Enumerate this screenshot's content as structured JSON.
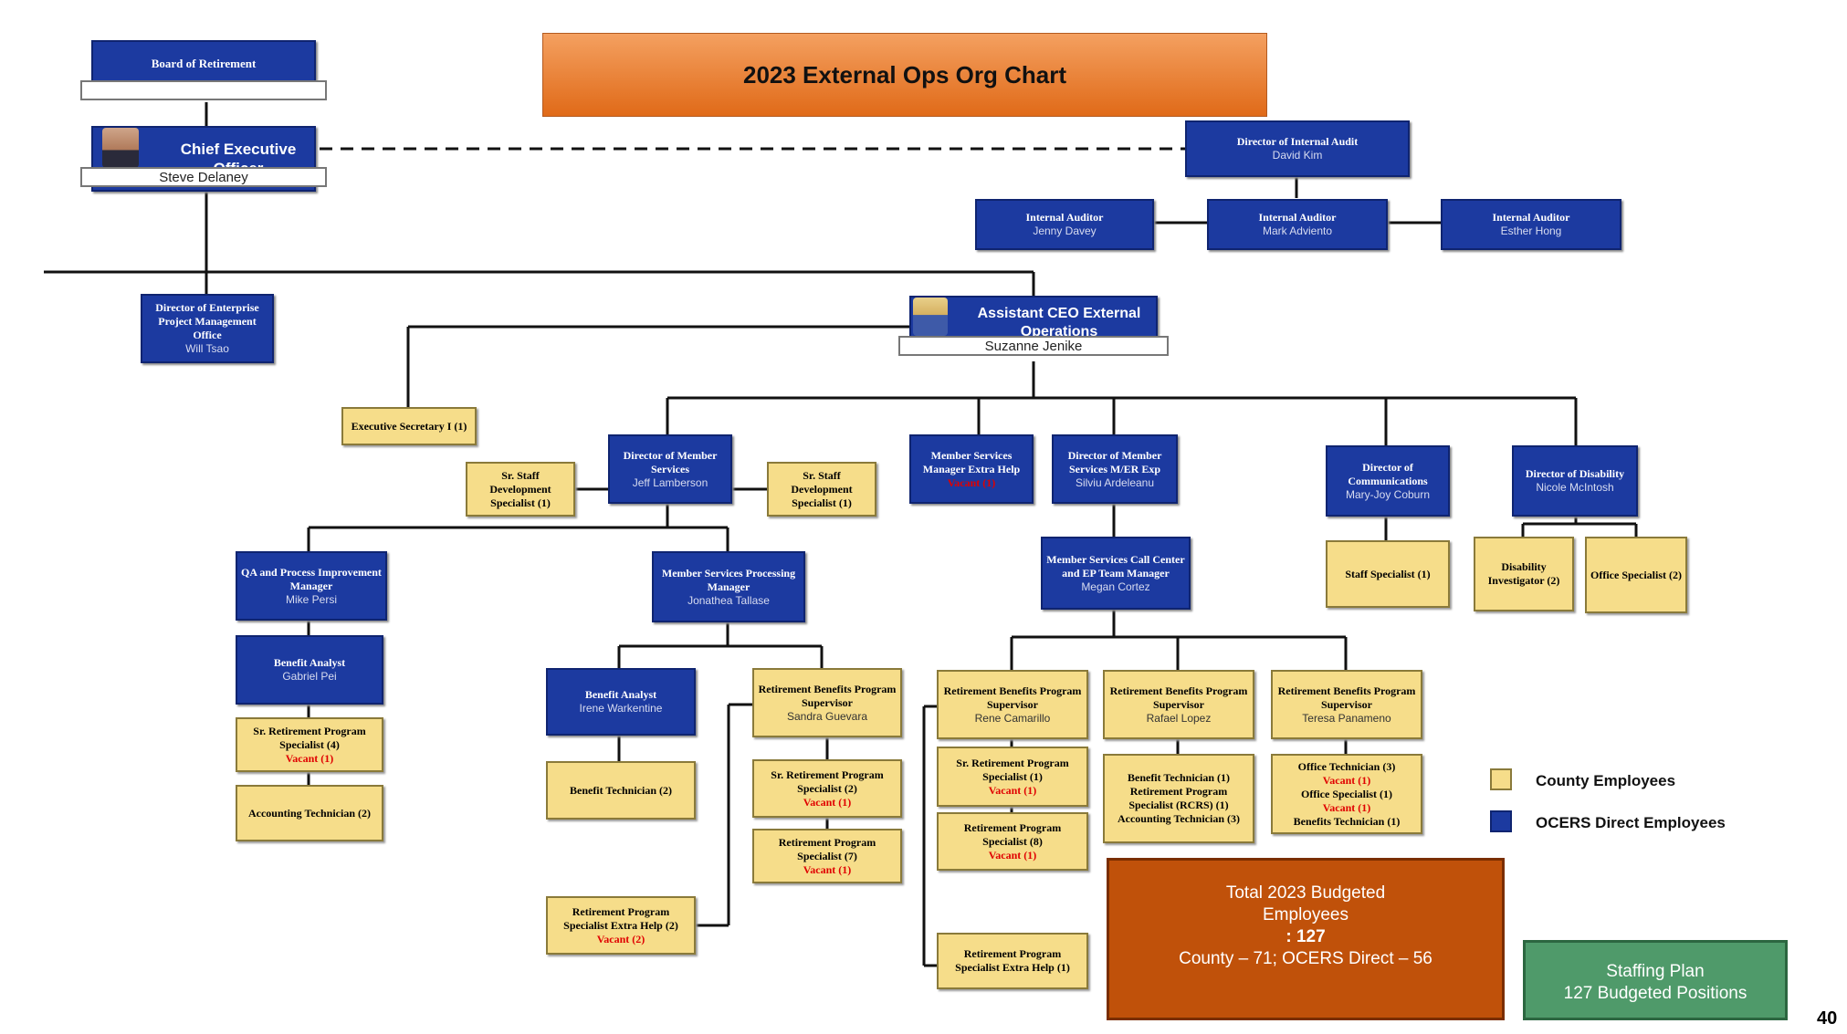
{
  "title": "2023 External Ops Org Chart",
  "board": {
    "title": "Board of Retirement"
  },
  "ceo": {
    "title": "Chief Executive Officer",
    "name": "Steve Delaney"
  },
  "internal_audit": {
    "title": "Director of Internal Audit",
    "name": "David Kim"
  },
  "auditor1": {
    "title": "Internal Auditor",
    "name": "Jenny Davey"
  },
  "auditor2": {
    "title": "Internal Auditor",
    "name": "Mark Adviento"
  },
  "auditor3": {
    "title": "Internal Auditor",
    "name": "Esther Hong"
  },
  "epmo": {
    "title": "Director of Enterprise Project Management Office",
    "name": "Will Tsao"
  },
  "asst_ceo": {
    "title": "Assistant CEO External Operations",
    "name": "Suzanne Jenike"
  },
  "exec_sec": {
    "title": "Executive Secretary I (1)"
  },
  "dir_member": {
    "title": "Director of Member Services",
    "name": "Jeff Lamberson"
  },
  "sr_staff_left": {
    "title": "Sr. Staff Development Specialist (1)"
  },
  "sr_staff_right": {
    "title": "Sr. Staff Development Specialist (1)"
  },
  "msm_extra": {
    "title": "Member Services Manager Extra Help",
    "vacant": "Vacant (1)"
  },
  "dir_member_er": {
    "title": "Director of Member Services M/ER Exp",
    "name": "Silviu Ardeleanu"
  },
  "dir_comm": {
    "title": "Director of Communications",
    "name": "Mary-Joy Coburn"
  },
  "staff_spec": {
    "title": "Staff Specialist (1)"
  },
  "dir_disab": {
    "title": "Director of Disability",
    "name": "Nicole McIntosh"
  },
  "disab_inv": {
    "title": "Disability Investigator (2)"
  },
  "office_spec": {
    "title": "Office Specialist (2)"
  },
  "qa_mgr": {
    "title": "QA and Process Improvement Manager",
    "name": "Mike Persi"
  },
  "ben_analyst1": {
    "title": "Benefit Analyst",
    "name": "Gabriel Pei"
  },
  "sr_ret_prog4": {
    "title": "Sr. Retirement Program Specialist (4)",
    "vacant": "Vacant (1)"
  },
  "acct_tech2": {
    "title": "Accounting Technician (2)"
  },
  "msp_mgr": {
    "title": "Member Services Processing Manager",
    "name": "Jonathea Tallase"
  },
  "ben_analyst2": {
    "title": "Benefit Analyst",
    "name": "Irene Warkentine"
  },
  "ben_tech2": {
    "title": "Benefit Technician (2)"
  },
  "rps_extra2": {
    "title": "Retirement Program Specialist Extra Help (2)",
    "vacant": "Vacant (2)"
  },
  "rbps_sandra": {
    "title": "Retirement Benefits Program Supervisor",
    "name": "Sandra Guevara"
  },
  "sr_rps2": {
    "title": "Sr. Retirement Program Specialist (2)",
    "vacant": "Vacant (1)"
  },
  "rps7": {
    "title": "Retirement Program Specialist (7)",
    "vacant": "Vacant (1)"
  },
  "call_center": {
    "title": "Member Services Call Center and EP Team Manager",
    "name": "Megan Cortez"
  },
  "rbps_rene": {
    "title": "Retirement Benefits Program Supervisor",
    "name": "Rene Camarillo"
  },
  "sr_rps1": {
    "title": "Sr. Retirement Program Specialist (1)",
    "vacant": "Vacant (1)"
  },
  "rps8": {
    "title": "Retirement Program Specialist (8)",
    "vacant": "Vacant (1)"
  },
  "rps_extra1": {
    "title": "Retirement Program Specialist Extra Help (1)"
  },
  "rbps_rafael": {
    "title": "Retirement Benefits Program Supervisor",
    "name": "Rafael Lopez"
  },
  "rafael_team": {
    "line1": "Benefit Technician (1)",
    "line2": "Retirement Program Specialist (RCRS) (1)",
    "line3": "Accounting Technician (3)"
  },
  "rbps_teresa": {
    "title": "Retirement Benefits Program Supervisor",
    "name": "Teresa Panameno"
  },
  "teresa_team": {
    "line1": "Office Technician (3)",
    "vac1": "Vacant (1)",
    "line2": "Office Specialist (1)",
    "vac2": "Vacant (1)",
    "line3": "Benefits Technician (1)"
  },
  "legend": {
    "county": "County Employees",
    "ocers": "OCERS Direct Employees",
    "county_color": "#f6dd8a",
    "ocers_color": "#1c3aa0"
  },
  "total": {
    "line1": "Total 2023 Budgeted",
    "line2": "Employees",
    "line3": ": 127",
    "line4": "County – 71; OCERS Direct – 56"
  },
  "staffing": {
    "line1": "Staffing Plan",
    "line2": "127 Budgeted Positions"
  },
  "page_number": "40"
}
